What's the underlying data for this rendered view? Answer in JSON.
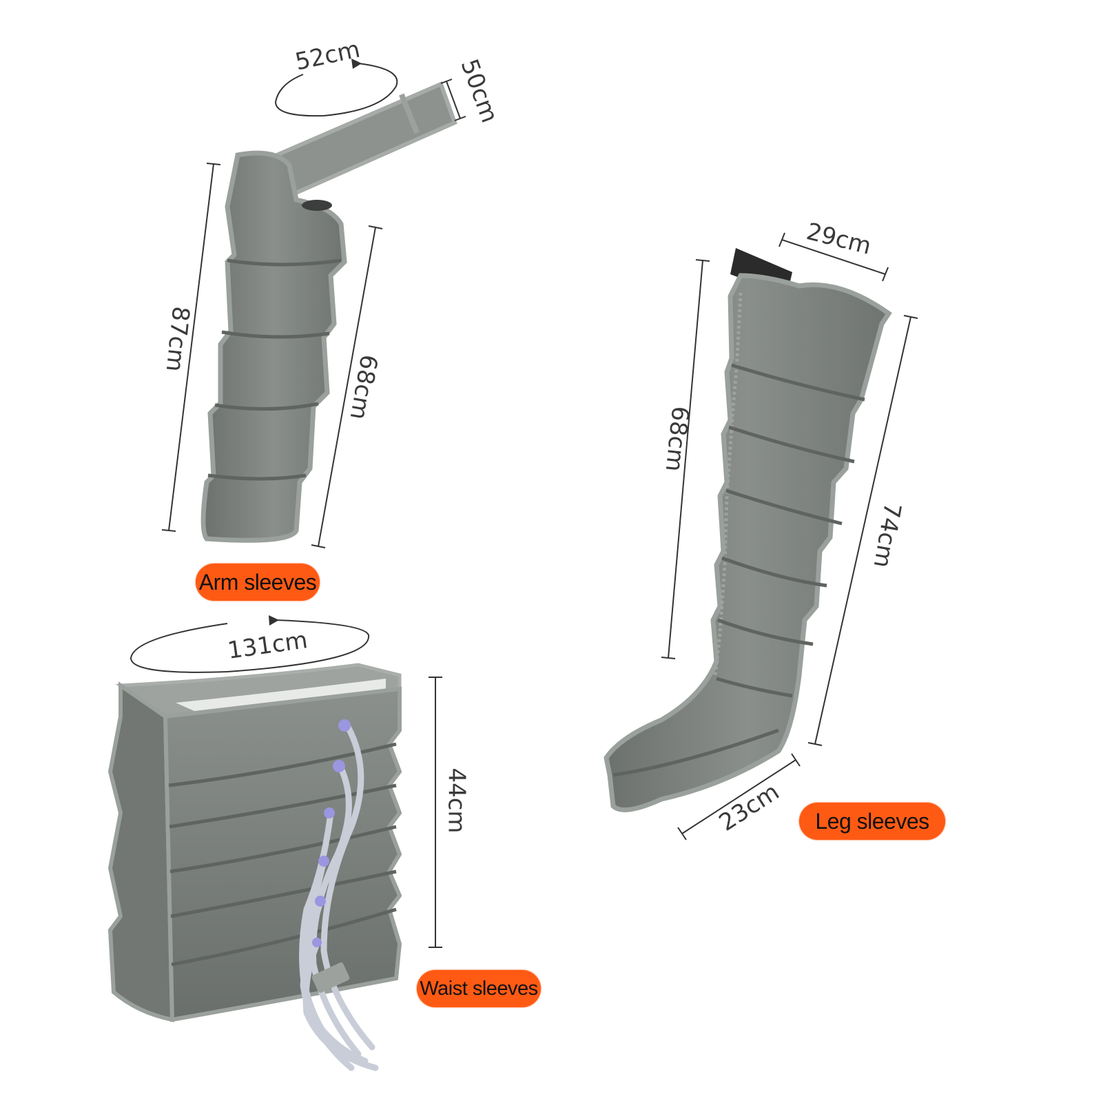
{
  "labels": {
    "arm": "Arm sleeves",
    "leg": "Leg sleeves",
    "waist": "Waist sleeves"
  },
  "dimensions": {
    "arm_circumference": "52cm",
    "arm_strap": "50cm",
    "arm_outer_length": "87cm",
    "arm_inner_length": "68cm",
    "waist_circumference": "131cm",
    "waist_height": "44cm",
    "leg_top_width": "29cm",
    "leg_inner_length": "68cm",
    "leg_outer_length": "74cm",
    "leg_foot_width": "23cm"
  },
  "colors": {
    "badge": "#ff5a14",
    "sleeve_fabric": "#7a7f7b",
    "sleeve_trim": "#9aa09b",
    "tube": "#c9cdd8",
    "connector": "#9a96e0"
  }
}
